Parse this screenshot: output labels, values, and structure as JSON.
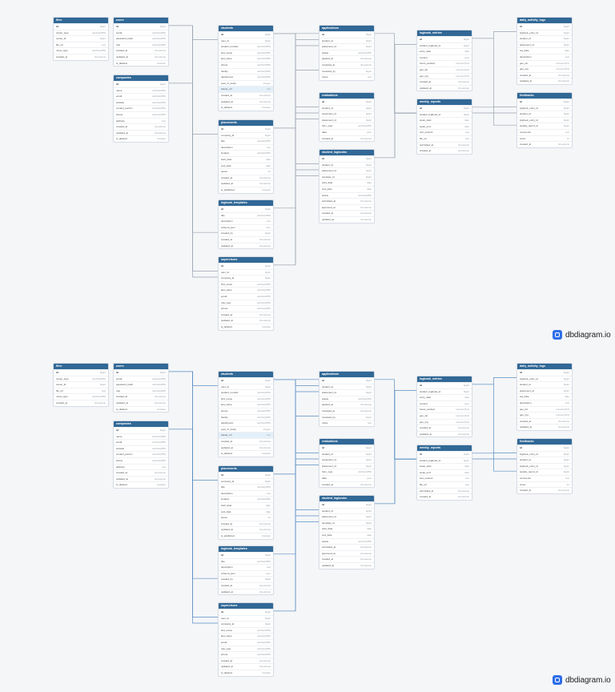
{
  "brand": {
    "name": "dbdiagram.io",
    "icon": "dbdiagram-logo-icon",
    "accent": "#2f6ee8"
  },
  "header_color": "#316896",
  "tables": [
    {
      "id": "files",
      "name": "files",
      "rows": [
        [
          "id",
          "bigint"
        ],
        [
          "owner_type",
          "varchar(255)"
        ],
        [
          "owner_id",
          "bigint"
        ],
        [
          "file_url",
          "text"
        ],
        [
          "mime_type",
          "varchar(255)"
        ],
        [
          "created_at",
          "timestamp"
        ]
      ]
    },
    {
      "id": "users",
      "name": "users",
      "rows": [
        [
          "id",
          "bigint"
        ],
        [
          "email",
          "varchar(255)"
        ],
        [
          "password_hash",
          "varchar(255)"
        ],
        [
          "role",
          "varchar(255)"
        ],
        [
          "created_at",
          "timestamp"
        ],
        [
          "updated_at",
          "timestamp"
        ],
        [
          "is_deleted",
          "boolean"
        ]
      ]
    },
    {
      "id": "companies",
      "name": "companies",
      "rows": [
        [
          "id",
          "bigint"
        ],
        [
          "name",
          "varchar(255)"
        ],
        [
          "email",
          "varchar(255)"
        ],
        [
          "website",
          "varchar(255)"
        ],
        [
          "contact_person",
          "varchar(255)"
        ],
        [
          "phone",
          "varchar(255)"
        ],
        [
          "address",
          "text"
        ],
        [
          "created_at",
          "timestamp"
        ],
        [
          "updated_at",
          "timestamp"
        ],
        [
          "is_deleted",
          "boolean"
        ]
      ]
    },
    {
      "id": "students",
      "name": "students",
      "rows": [
        [
          "id",
          "bigint"
        ],
        [
          "user_id",
          "bigint"
        ],
        [
          "student_number",
          "varchar(255)"
        ],
        [
          "first_name",
          "varchar(255)"
        ],
        [
          "last_name",
          "varchar(255)"
        ],
        [
          "phone",
          "varchar(255)"
        ],
        [
          "faculty",
          "varchar(255)"
        ],
        [
          "department",
          "varchar(255)"
        ],
        [
          "year_of_study",
          "integer"
        ],
        [
          "career_url",
          "text"
        ],
        [
          "created_at",
          "timestamp"
        ],
        [
          "updated_at",
          "timestamp"
        ],
        [
          "is_deleted",
          "boolean"
        ]
      ]
    },
    {
      "id": "placements",
      "name": "placements",
      "rows": [
        [
          "id",
          "bigint"
        ],
        [
          "company_id",
          "bigint"
        ],
        [
          "title",
          "varchar(255)"
        ],
        [
          "description",
          "text"
        ],
        [
          "location",
          "varchar(255)"
        ],
        [
          "start_date",
          "date"
        ],
        [
          "end_date",
          "date"
        ],
        [
          "quota",
          "int"
        ],
        [
          "created_at",
          "timestamp"
        ],
        [
          "updated_at",
          "timestamp"
        ],
        [
          "is_published",
          "boolean"
        ]
      ]
    },
    {
      "id": "logbook_templates",
      "name": "logbook_templates",
      "rows": [
        [
          "id",
          "bigint"
        ],
        [
          "title",
          "varchar(255)"
        ],
        [
          "description",
          "text"
        ],
        [
          "schema_json",
          "json"
        ],
        [
          "created_by",
          "bigint"
        ],
        [
          "created_at",
          "timestamp"
        ],
        [
          "updated_at",
          "timestamp"
        ]
      ]
    },
    {
      "id": "supervisors",
      "name": "supervisors",
      "rows": [
        [
          "id",
          "bigint"
        ],
        [
          "user_id",
          "bigint"
        ],
        [
          "company_id",
          "bigint"
        ],
        [
          "first_name",
          "varchar(255)"
        ],
        [
          "last_name",
          "varchar(255)"
        ],
        [
          "email",
          "varchar(255)"
        ],
        [
          "role_type",
          "varchar(255)"
        ],
        [
          "phone",
          "varchar(255)"
        ],
        [
          "created_at",
          "timestamp"
        ],
        [
          "updated_at",
          "timestamp"
        ],
        [
          "is_deleted",
          "boolean"
        ]
      ]
    },
    {
      "id": "applications",
      "name": "applications",
      "rows": [
        [
          "id",
          "bigint"
        ],
        [
          "student_id",
          "bigint"
        ],
        [
          "placement_id",
          "bigint"
        ],
        [
          "status",
          "varchar(255)"
        ],
        [
          "applied_at",
          "timestamp"
        ],
        [
          "reviewed_at",
          "timestamp"
        ],
        [
          "reviewed_by",
          "bigint"
        ],
        [
          "notes",
          "text"
        ]
      ]
    },
    {
      "id": "evaluations",
      "name": "evaluations",
      "rows": [
        [
          "id",
          "bigint"
        ],
        [
          "student_id",
          "bigint"
        ],
        [
          "supervisor_id",
          "bigint"
        ],
        [
          "placement_id",
          "bigint"
        ],
        [
          "form_type",
          "varchar(255)"
        ],
        [
          "data",
          "json"
        ],
        [
          "created_at",
          "timestamp"
        ]
      ]
    },
    {
      "id": "student_logbooks",
      "name": "student_logbooks",
      "rows": [
        [
          "id",
          "bigint"
        ],
        [
          "student_id",
          "bigint"
        ],
        [
          "placement_id",
          "bigint"
        ],
        [
          "template_id",
          "bigint"
        ],
        [
          "start_date",
          "date"
        ],
        [
          "end_date",
          "date"
        ],
        [
          "status",
          "varchar(255)"
        ],
        [
          "submitted_at",
          "timestamp"
        ],
        [
          "approved_at",
          "timestamp"
        ],
        [
          "created_at",
          "timestamp"
        ],
        [
          "updated_at",
          "timestamp"
        ]
      ]
    },
    {
      "id": "logbook_entries",
      "name": "logbook_entries",
      "rows": [
        [
          "id",
          "bigint"
        ],
        [
          "student_logbook_id",
          "bigint"
        ],
        [
          "entry_date",
          "date"
        ],
        [
          "content",
          "json"
        ],
        [
          "hours_worked",
          "numeric(5,2)"
        ],
        [
          "geo_lat",
          "numeric(9,6)"
        ],
        [
          "geo_lng",
          "numeric(9,6)"
        ],
        [
          "created_at",
          "timestamp"
        ],
        [
          "updated_at",
          "timestamp"
        ]
      ]
    },
    {
      "id": "weekly_reports",
      "name": "weekly_reports",
      "rows": [
        [
          "id",
          "bigint"
        ],
        [
          "student_logbook_id",
          "bigint"
        ],
        [
          "week_start",
          "date"
        ],
        [
          "week_end",
          "date"
        ],
        [
          "text_content",
          "text"
        ],
        [
          "file_url",
          "text"
        ],
        [
          "submitted_at",
          "timestamp"
        ],
        [
          "created_at",
          "timestamp"
        ]
      ]
    },
    {
      "id": "daily_activity_logs",
      "name": "daily_activity_logs",
      "rows": [
        [
          "id",
          "bigint"
        ],
        [
          "logbook_entry_id",
          "bigint"
        ],
        [
          "student_id",
          "bigint"
        ],
        [
          "placement_id",
          "bigint"
        ],
        [
          "log_date",
          "date"
        ],
        [
          "description",
          "text"
        ],
        [
          "geo_lat",
          "numeric(9,6)"
        ],
        [
          "geo_lng",
          "numeric(9,6)"
        ],
        [
          "created_at",
          "timestamp"
        ],
        [
          "updated_at",
          "timestamp"
        ]
      ]
    },
    {
      "id": "feedbacks",
      "name": "feedbacks",
      "rows": [
        [
          "id",
          "bigint"
        ],
        [
          "logbook_entry_id",
          "bigint"
        ],
        [
          "student_id",
          "bigint"
        ],
        [
          "logbook_entry_id",
          "bigint"
        ],
        [
          "weekly_report_id",
          "bigint"
        ],
        [
          "comments",
          "text"
        ],
        [
          "score",
          "int"
        ],
        [
          "created_at",
          "timestamp"
        ]
      ]
    }
  ]
}
